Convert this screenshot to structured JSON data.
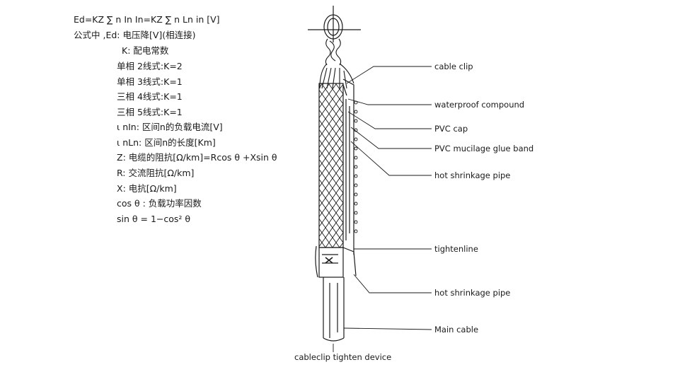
{
  "formulas": {
    "main": "Ed=KZ ∑ n In In=KZ ∑ n Ln in [V]",
    "where": "公式中 ,Ed: 电压降[V](相连接)",
    "k_def": "K: 配电常数",
    "k1": "单相 2线式:K=2",
    "k2": "单相 3线式:K=1",
    "k3": "三相 4线式:K=1",
    "k4": "三相 5线式:K=1",
    "in_def": "ι nIn: 区间n的负载电流[V]",
    "ln_def": "ι nLn: 区间n的长度[Km]",
    "z_def": "Z: 电缆的阻抗[Ω/km]=Rcos θ +Xsin θ",
    "r_def": "R: 交流阻抗[Ω/km]",
    "x_def": "X: 电抗[Ω/km]",
    "cos_def": "cos θ : 负载功率因数",
    "sin_def": "sin θ = 1−cos² θ"
  },
  "diagram": {
    "labels": [
      "cable clip",
      "waterproof compound",
      "PVC cap",
      "PVC mucilage glue band",
      "hot shrinkage pipe",
      "tightenline",
      "hot shrinkage pipe",
      "Main cable"
    ],
    "caption": "cableclip tighten device"
  },
  "colors": {
    "ink": "#1a1a1a",
    "background": "#ffffff"
  }
}
